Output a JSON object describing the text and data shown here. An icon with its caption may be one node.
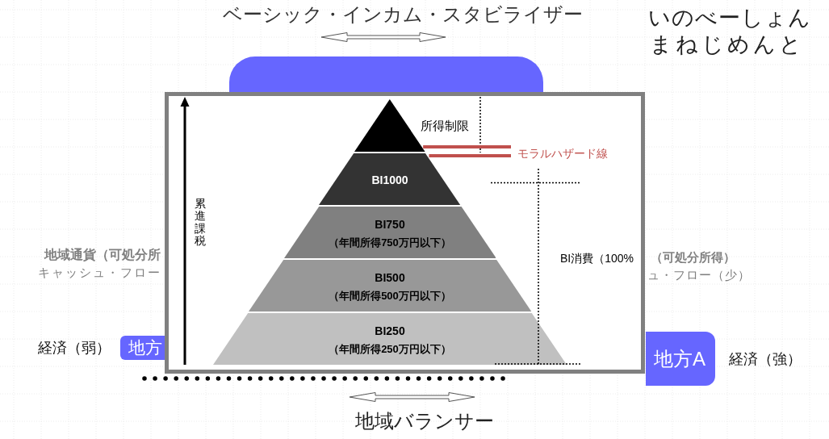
{
  "diagram": {
    "nodes": [
      {
        "text": [],
        "shape": "box"
      },
      {
        "text": [],
        "shape": "box"
      },
      {
        "text": [],
        "shape": "triangle",
        "in": 1
      },
      {
        "text": [
          "BI1000"
        ],
        "in": 1
      },
      {
        "text": [
          "BI750",
          "（年間所得750万円以下）"
        ],
        "in": 1
      },
      {
        "text": [
          "BI500",
          "（年間所得500万円以下）"
        ],
        "in": 1
      },
      {
        "text": [
          "BI250",
          "（年間所得250万円以下）"
        ],
        "in": 1
      },
      {
        "text": [
          "地方"
        ],
        "beside": [
          "経済（弱）"
        ]
      },
      {
        "text": [
          "地方A"
        ],
        "beside": [
          "経済（強）"
        ]
      }
    ],
    "labels": [
      "ベーシック・インカム・スタビライザー",
      "いのべーしょん",
      "まねじめんと",
      "所得制限",
      "モラルハザード線",
      "累進課税",
      "地域通貨（可処分所",
      "BI消費（100%",
      "（可処分所得）",
      "キャッシュ・フロー",
      "ュ・フロー（少）",
      "地域バランサー"
    ]
  }
}
